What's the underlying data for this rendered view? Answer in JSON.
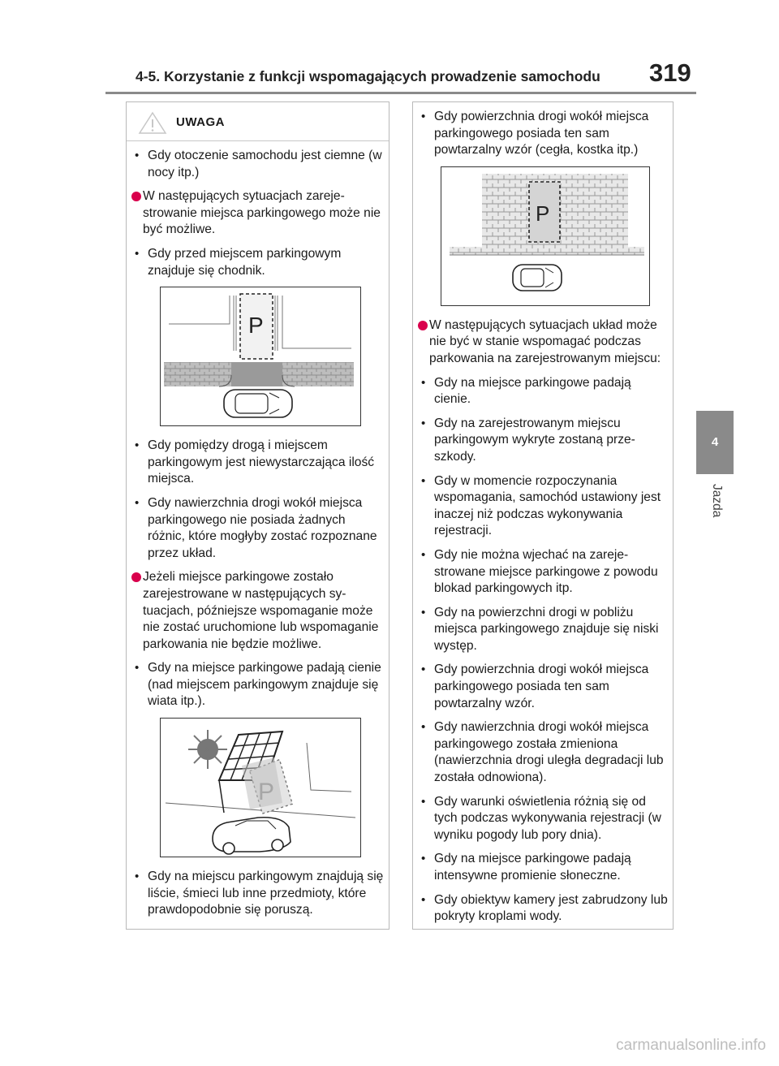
{
  "header": {
    "title": "4-5. Korzystanie z funkcji wspomagających prowadzenie samochodu",
    "page_number": "319"
  },
  "side_tab": {
    "number": "4",
    "label": "Jazda"
  },
  "warning": {
    "title": "UWAGA"
  },
  "left_column": {
    "items": [
      {
        "type": "bullet",
        "text": "Gdy otoczenie samochodu jest ciemne (w nocy itp.)"
      },
      {
        "type": "dot",
        "text": "W następujących sytuacjach zareje­strowanie miejsca parkingowego może nie być możliwe."
      },
      {
        "type": "bullet",
        "text": "Gdy przed miejscem parkingowym znajduje się chodnik."
      }
    ],
    "items_2": [
      {
        "type": "bullet",
        "text": "Gdy pomiędzy drogą i miejscem parkingowym jest niewystarczająca ilość miejsca."
      },
      {
        "type": "bullet",
        "text": "Gdy nawierzchnia drogi wokół miej­sca parkingowego nie posiada żad­nych różnic, które mogłyby zostać rozpoznane przez układ."
      },
      {
        "type": "dot",
        "text": "Jeżeli miejsce parkingowe zostało zarejestrowane w następujących sy­tuacjach, późniejsze wspomaganie może nie zostać uruchomione lub wspomaganie parkowania nie bę­dzie możliwe."
      },
      {
        "type": "bullet",
        "text": "Gdy na miejsce parkingowe padają cienie (nad miejscem parkingowym znajduje się wiata itp.)."
      }
    ],
    "items_3": [
      {
        "type": "bullet",
        "text": "Gdy na miejscu parkingowym znaj­dują się liście, śmieci lub inne przedmioty, które prawdopodobnie się poruszą."
      }
    ]
  },
  "right_column": {
    "items": [
      {
        "type": "bullet",
        "text": "Gdy powierzchnia drogi wokół miej­sca parkingowego posiada ten sam powtarzalny wzór (cegła, kostka itp.)"
      }
    ],
    "items_2": [
      {
        "type": "dot",
        "text": "W następujących sytuacjach układ może nie być w stanie wspomagać podczas parkowania na zarejestro­wanym miejscu:"
      },
      {
        "type": "bullet",
        "text": "Gdy na miejsce parkingowe padają cienie."
      },
      {
        "type": "bullet",
        "text": "Gdy na zarejestrowanym miejscu parkingowym wykryte zostaną prze­szkody."
      },
      {
        "type": "bullet",
        "text": "Gdy w momencie rozpoczynania wspomagania, samochód ustawiony jest inaczej niż podczas wykonywa­nia rejestracji."
      },
      {
        "type": "bullet",
        "text": "Gdy nie można wjechać na zareje­strowane miejsce parkingowe z po­wodu blokad parkingowych itp."
      },
      {
        "type": "bullet",
        "text": "Gdy na powierzchni drogi w pobliżu miejsca parkingowego znajduje się niski występ."
      },
      {
        "type": "bullet",
        "text": "Gdy powierzchnia drogi wokół miej­sca parkingowego posiada ten sam powtarzalny wzór."
      },
      {
        "type": "bullet",
        "text": "Gdy nawierzchnia drogi wokół miej­sca parkingowego została zmieniona (nawierzchnia drogi uległa degradacji lub została odnowiona)."
      },
      {
        "type": "bullet",
        "text": "Gdy warunki oświetlenia różnią się od tych podczas wykonywania reje­stracji (w wyniku pogody lub pory dnia)."
      },
      {
        "type": "bullet",
        "text": "Gdy na miejsce parkingowe padają intensywne promienie słoneczne."
      },
      {
        "type": "bullet",
        "text": "Gdy obiektyw kamery jest zabru­dzony lub pokryty kroplami wody."
      }
    ]
  },
  "figures": {
    "parking_label": "P"
  },
  "watermark": "carmanualsonline.info",
  "colors": {
    "accent_dot": "#d9004c",
    "rule": "#8a8a8a"
  }
}
